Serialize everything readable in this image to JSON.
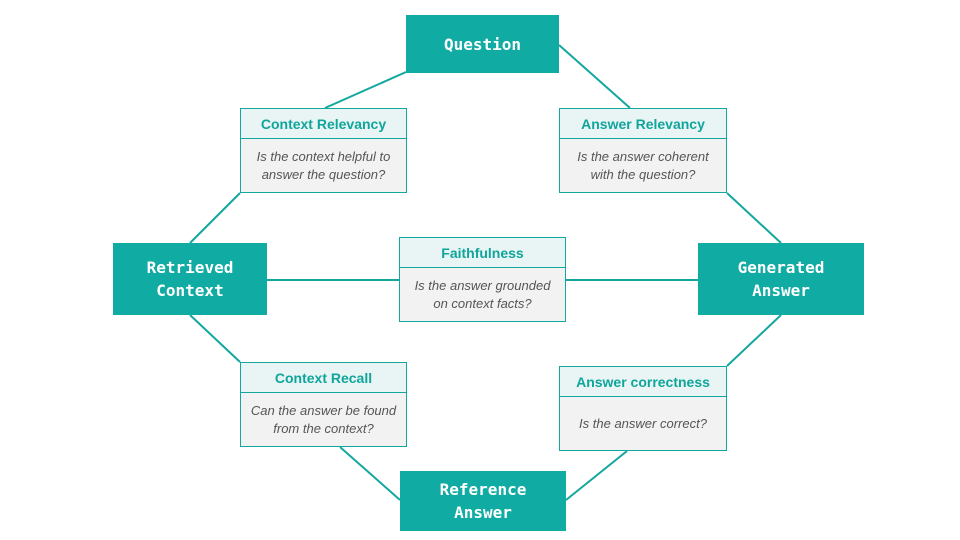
{
  "nodes": {
    "question": "Question",
    "retrieved_context": "Retrieved\nContext",
    "generated_answer": "Generated\nAnswer",
    "reference_answer": "Reference\nAnswer"
  },
  "metrics": {
    "context_relevancy": {
      "title": "Context Relevancy",
      "description": "Is the context helpful to\nanswer the question?"
    },
    "answer_relevancy": {
      "title": "Answer Relevancy",
      "description": "Is the answer coherent\nwith the question?"
    },
    "faithfulness": {
      "title": "Faithfulness",
      "description": "Is the answer grounded\non context facts?"
    },
    "context_recall": {
      "title": "Context Recall",
      "description": "Can the answer be found\nfrom the context?"
    },
    "answer_correctness": {
      "title": "Answer correctness",
      "description": "Is the answer correct?"
    }
  },
  "colors": {
    "node_fill": "#10aca3",
    "edge": "#13a79f",
    "metric_header": "#e8f5f4",
    "metric_body": "#f2f2f2"
  }
}
